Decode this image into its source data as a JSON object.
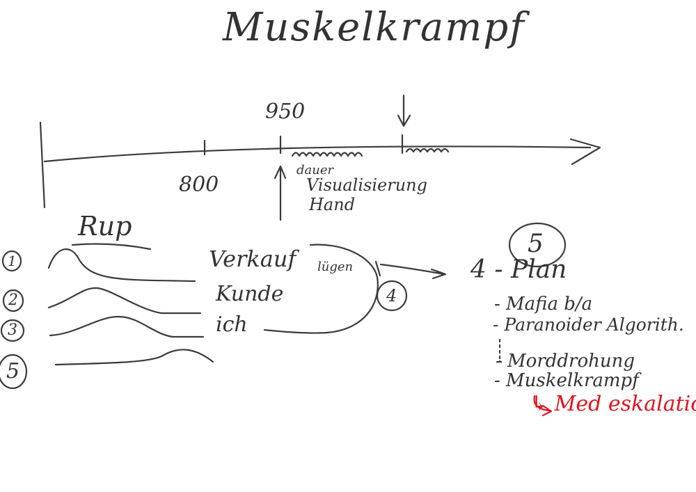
{
  "title": "Muskelkrampf",
  "timeline": {
    "label_950": "950",
    "label_800": "800",
    "note_dauer": "dauer",
    "note_visualisierung": "Visualisierung",
    "note_hand": "Hand"
  },
  "role": "Rup",
  "rows": [
    {
      "number": "1",
      "label": "Verkauf"
    },
    {
      "number": "2",
      "label": "Kunde"
    },
    {
      "number": "3",
      "label": "ich"
    },
    {
      "number": "5",
      "label": ""
    }
  ],
  "luegen": "lügen",
  "circle_4": "4",
  "list": {
    "circle_5": "5",
    "heading": "4 - Plan",
    "items": [
      "- Mafia b/a",
      "- Paranoider Algorith.",
      "- Morddrohung",
      "- Muskelkrampf"
    ],
    "red_note": "↳ Med eskalation"
  },
  "colors": {
    "ink": "#3a3a3a",
    "red": "#e0141e"
  }
}
